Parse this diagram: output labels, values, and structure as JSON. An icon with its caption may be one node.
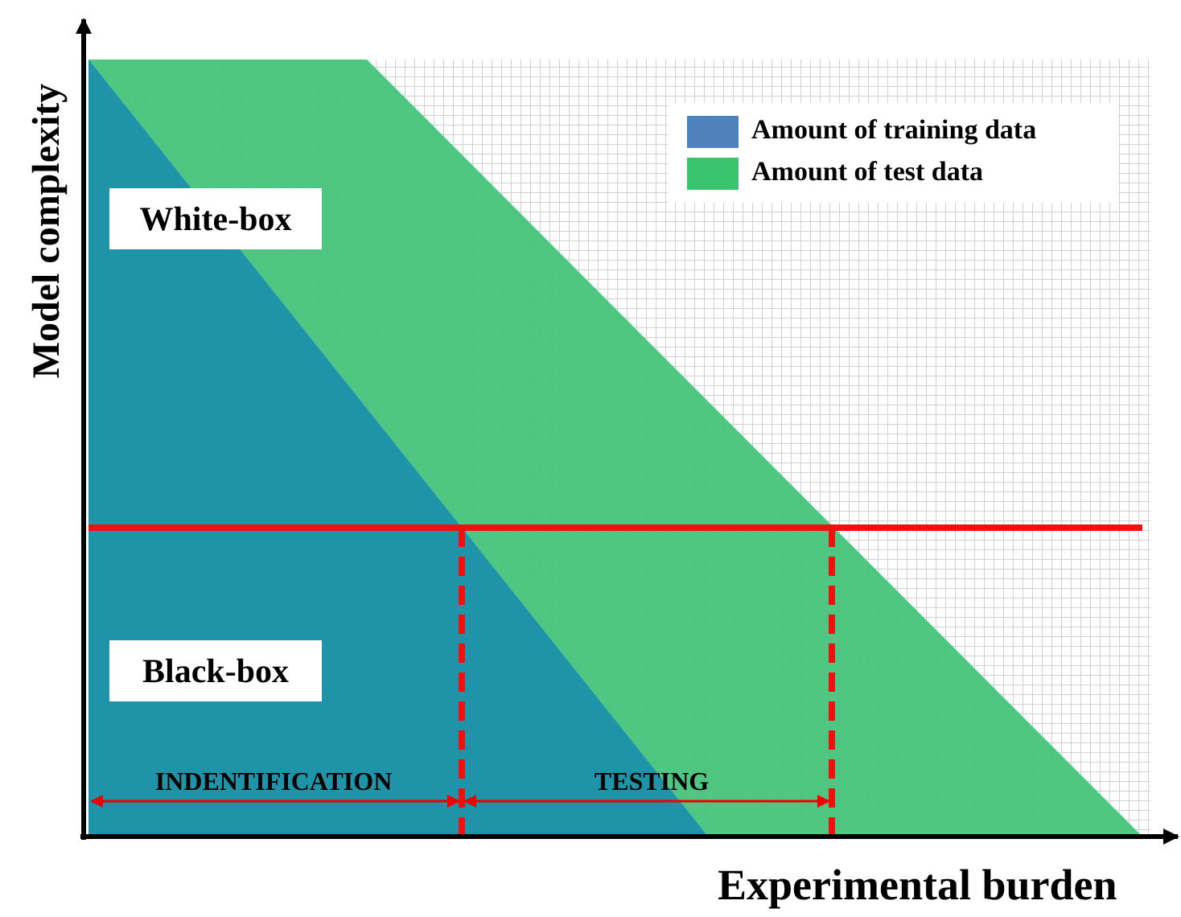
{
  "diagram": {
    "nodes": [
      {
        "text": [
          "White-box"
        ]
      },
      {
        "text": [
          "Black-box"
        ]
      }
    ],
    "labels": [
      "Model complexity",
      "INDENTIFICATION",
      "TESTING",
      "Experimental burden"
    ],
    "legend": [
      {
        "text": "Amount of training data",
        "color": "#4f81bd"
      },
      {
        "text": "Amount of test data",
        "color": "#3cc36e"
      }
    ]
  }
}
